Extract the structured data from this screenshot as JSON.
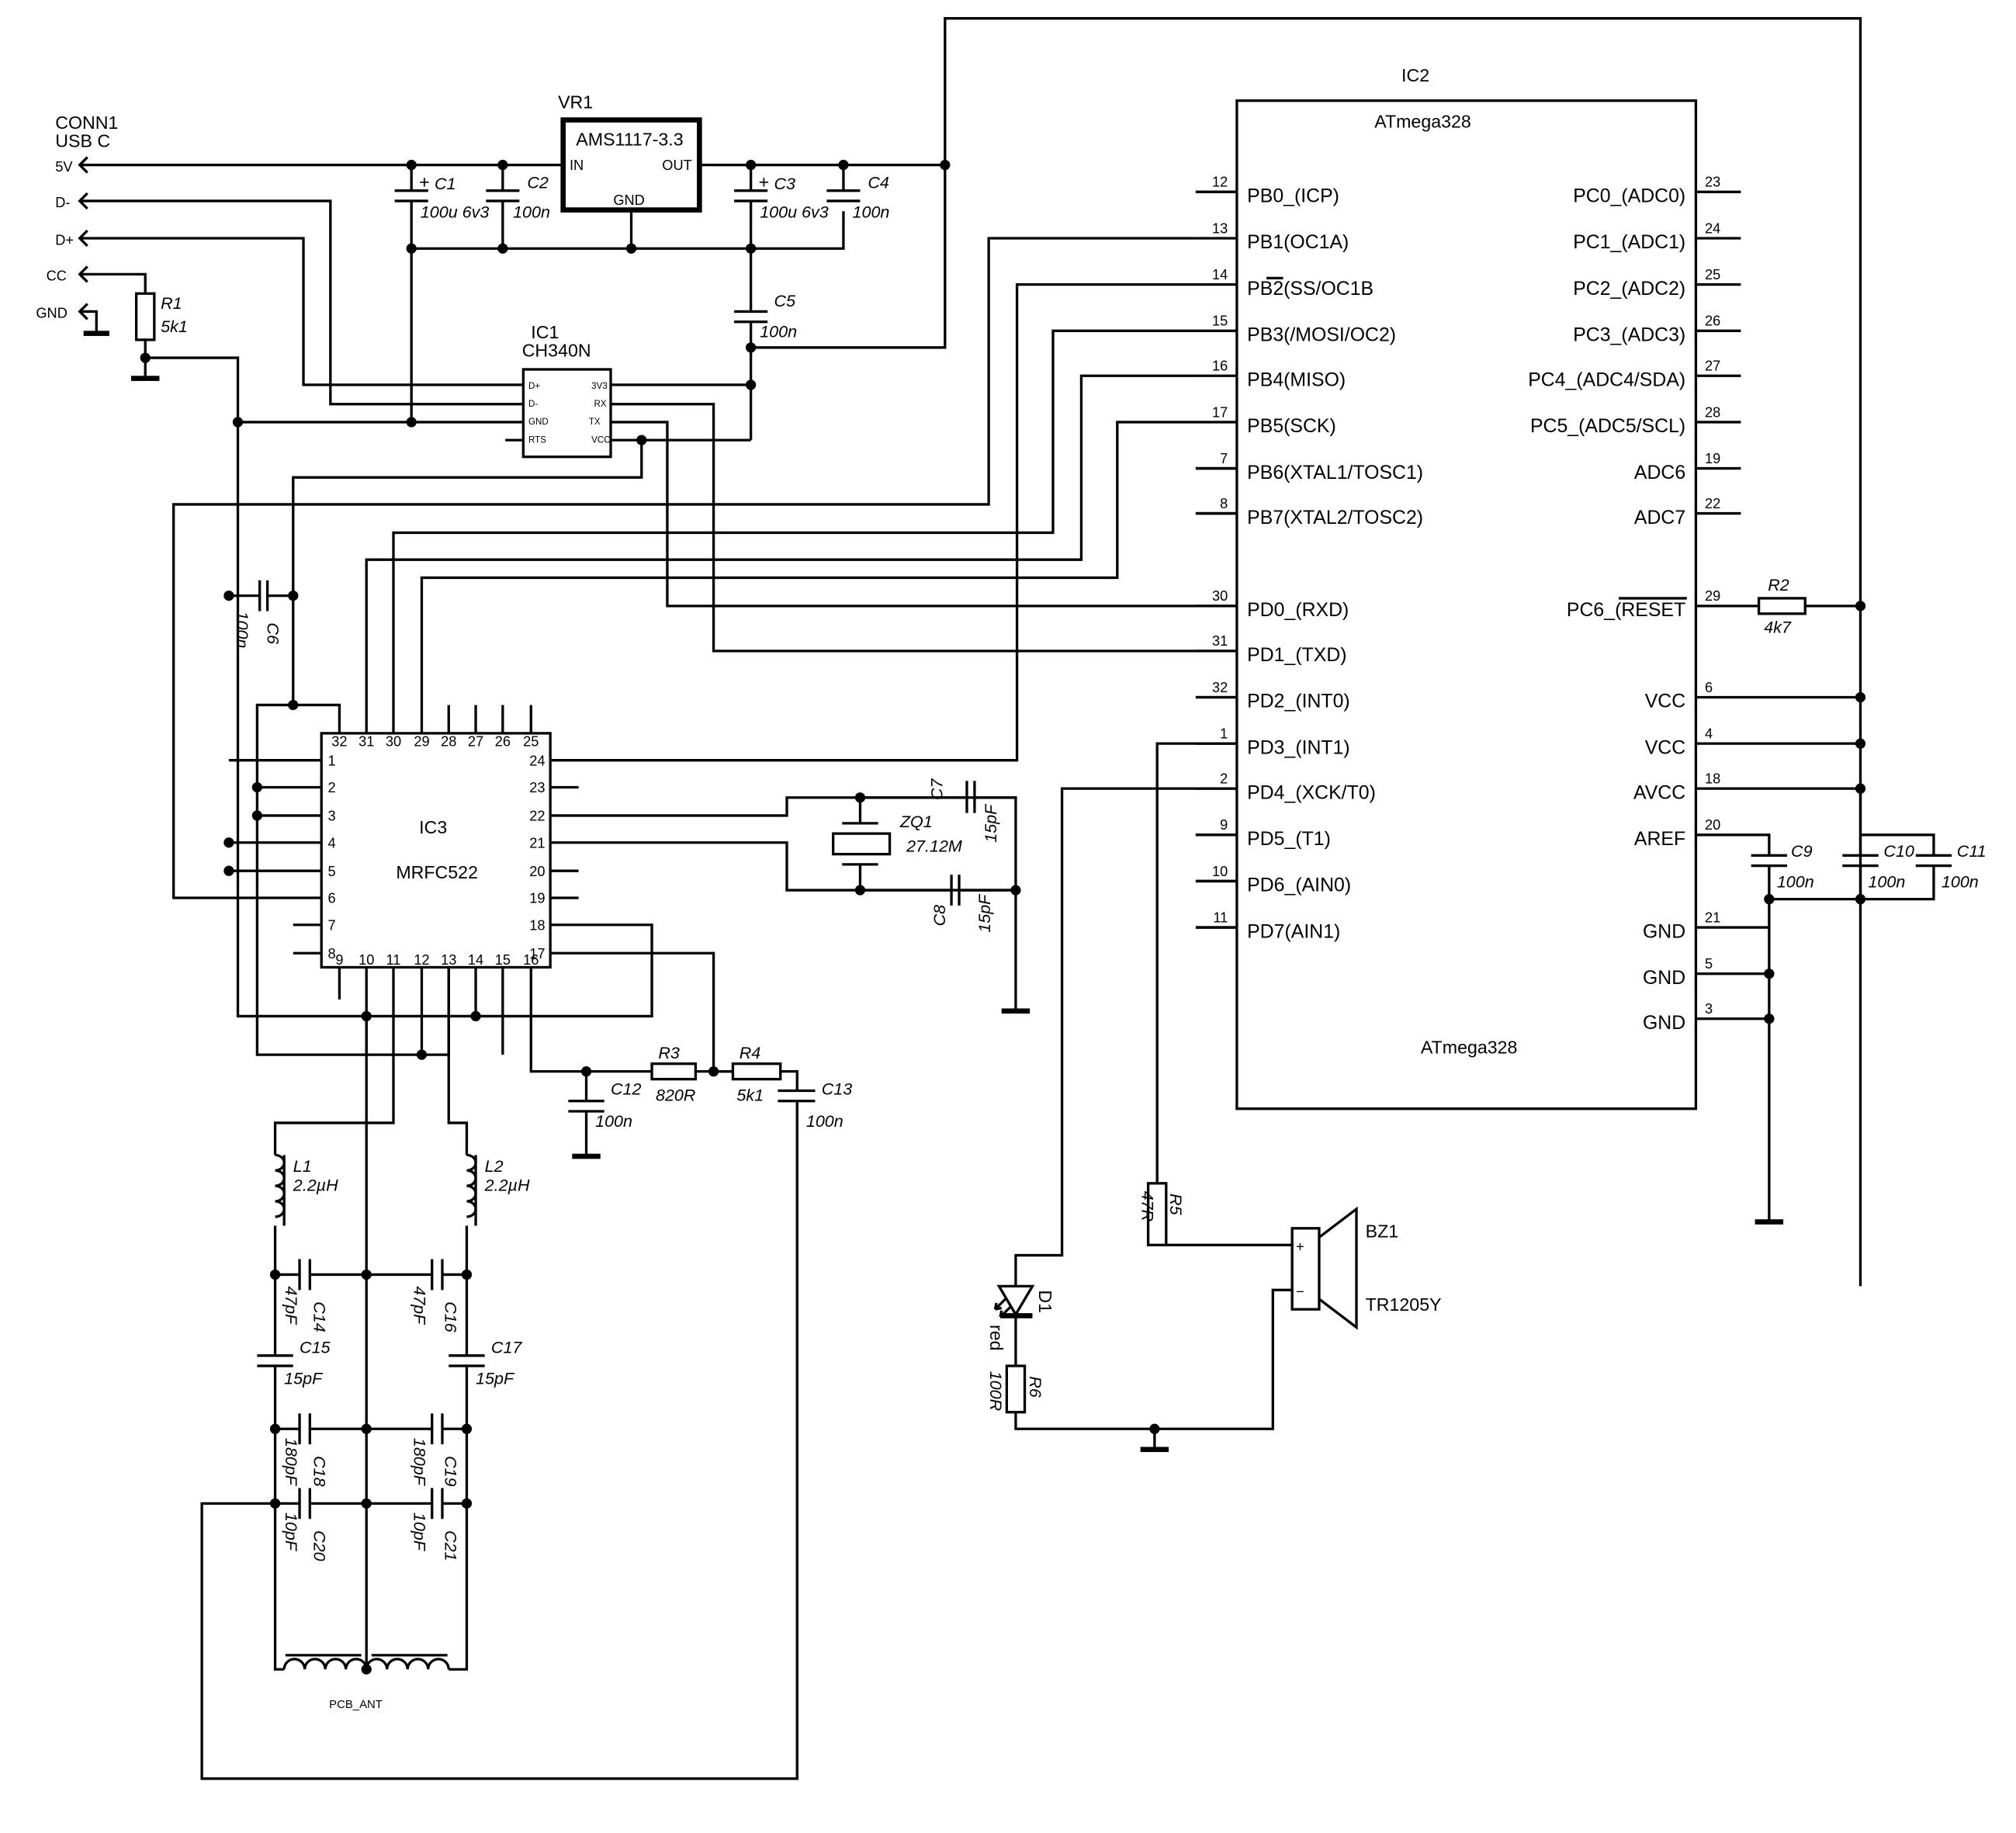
{
  "title": "USB-C RFID Reader Schematic",
  "conn1": {
    "ref": "CONN1",
    "type": "USB C",
    "pins": [
      "5V",
      "D-",
      "D+",
      "CC",
      "GND"
    ]
  },
  "vr1": {
    "ref": "VR1",
    "part": "AMS1117-3.3",
    "pin_in": "IN",
    "pin_out": "OUT",
    "pin_gnd": "GND"
  },
  "ic1": {
    "ref": "IC1",
    "part": "CH340N",
    "left_pins": [
      "D+",
      "D-",
      "GND",
      "RTS"
    ],
    "right_pins": [
      "3V3",
      "RX",
      "TX",
      "VCC"
    ]
  },
  "ic2": {
    "ref": "IC2",
    "part": "ATmega328",
    "left_pins": [
      {
        "num": "12",
        "name": "PB0_(ICP)"
      },
      {
        "num": "13",
        "name": "PB1(OC1A)"
      },
      {
        "num": "14",
        "name": "PB2(SS/OC1B"
      },
      {
        "num": "15",
        "name": "PB3(/MOSI/OC2)"
      },
      {
        "num": "16",
        "name": "PB4(MISO)"
      },
      {
        "num": "17",
        "name": "PB5(SCK)"
      },
      {
        "num": "7",
        "name": "PB6(XTAL1/TOSC1)"
      },
      {
        "num": "8",
        "name": "PB7(XTAL2/TOSC2)"
      },
      {
        "num": "30",
        "name": "PD0_(RXD)"
      },
      {
        "num": "31",
        "name": "PD1_(TXD)"
      },
      {
        "num": "32",
        "name": "PD2_(INT0)"
      },
      {
        "num": "1",
        "name": "PD3_(INT1)"
      },
      {
        "num": "2",
        "name": "PD4_(XCK/T0)"
      },
      {
        "num": "9",
        "name": "PD5_(T1)"
      },
      {
        "num": "10",
        "name": "PD6_(AIN0)"
      },
      {
        "num": "11",
        "name": "PD7(AIN1)"
      }
    ],
    "right_pins": [
      {
        "num": "23",
        "name": "PC0_(ADC0)"
      },
      {
        "num": "24",
        "name": "PC1_(ADC1)"
      },
      {
        "num": "25",
        "name": "PC2_(ADC2)"
      },
      {
        "num": "26",
        "name": "PC3_(ADC3)"
      },
      {
        "num": "27",
        "name": "PC4_(ADC4/SDA)"
      },
      {
        "num": "28",
        "name": "PC5_(ADC5/SCL)"
      },
      {
        "num": "19",
        "name": "ADC6"
      },
      {
        "num": "22",
        "name": "ADC7"
      },
      {
        "num": "29",
        "name": "PC6_(RESET"
      },
      {
        "num": "6",
        "name": "VCC"
      },
      {
        "num": "4",
        "name": "VCC"
      },
      {
        "num": "18",
        "name": "AVCC"
      },
      {
        "num": "20",
        "name": "AREF"
      },
      {
        "num": "21",
        "name": "GND"
      },
      {
        "num": "5",
        "name": "GND"
      },
      {
        "num": "3",
        "name": "GND"
      }
    ]
  },
  "ic3": {
    "ref": "IC3",
    "part": "MRFC522",
    "top_pins": [
      "32",
      "31",
      "30",
      "29",
      "28",
      "27",
      "26",
      "25"
    ],
    "left_pins": [
      "1",
      "2",
      "3",
      "4",
      "5",
      "6",
      "7",
      "8"
    ],
    "bottom_pins": [
      "9",
      "10",
      "11",
      "12",
      "13",
      "14",
      "15",
      "16"
    ],
    "right_pins": [
      "24",
      "23",
      "22",
      "21",
      "20",
      "19",
      "18",
      "17"
    ]
  },
  "components": {
    "C1": {
      "ref": "C1",
      "value": "100u 6v3"
    },
    "C2": {
      "ref": "C2",
      "value": "100n"
    },
    "C3": {
      "ref": "C3",
      "value": "100u 6v3"
    },
    "C4": {
      "ref": "C4",
      "value": "100n"
    },
    "C5": {
      "ref": "C5",
      "value": "100n"
    },
    "C6": {
      "ref": "C6",
      "value": "100n"
    },
    "C7": {
      "ref": "C7",
      "value": "15pF"
    },
    "C8": {
      "ref": "C8",
      "value": "15pF"
    },
    "C9": {
      "ref": "C9",
      "value": "100n"
    },
    "C10": {
      "ref": "C10",
      "value": "100n"
    },
    "C11": {
      "ref": "C11",
      "value": "100n"
    },
    "C12": {
      "ref": "C12",
      "value": "100n"
    },
    "C13": {
      "ref": "C13",
      "value": "100n"
    },
    "C14": {
      "ref": "C14",
      "value": "47pF"
    },
    "C15": {
      "ref": "C15",
      "value": "15pF"
    },
    "C16": {
      "ref": "C16",
      "value": "47pF"
    },
    "C17": {
      "ref": "C17",
      "value": "15pF"
    },
    "C18": {
      "ref": "C18",
      "value": "180pF"
    },
    "C19": {
      "ref": "C19",
      "value": "180pF"
    },
    "C20": {
      "ref": "C20",
      "value": "10pF"
    },
    "C21": {
      "ref": "C21",
      "value": "10pF"
    },
    "R1": {
      "ref": "R1",
      "value": "5k1"
    },
    "R2": {
      "ref": "R2",
      "value": "4k7"
    },
    "R3": {
      "ref": "R3",
      "value": "820R"
    },
    "R4": {
      "ref": "R4",
      "value": "5k1"
    },
    "R5": {
      "ref": "R5",
      "value": "47R"
    },
    "R6": {
      "ref": "R6",
      "value": "100R"
    },
    "L1": {
      "ref": "L1",
      "value": "2.2µH"
    },
    "L2": {
      "ref": "L2",
      "value": "2.2µH"
    },
    "ZQ1": {
      "ref": "ZQ1",
      "value": "27.12M"
    },
    "D1": {
      "ref": "D1",
      "value": "red"
    },
    "BZ1": {
      "ref": "BZ1",
      "value": "TR1205Y",
      "plus": "+",
      "minus": "−"
    },
    "ANT": {
      "ref": "PCB_ANT"
    }
  }
}
